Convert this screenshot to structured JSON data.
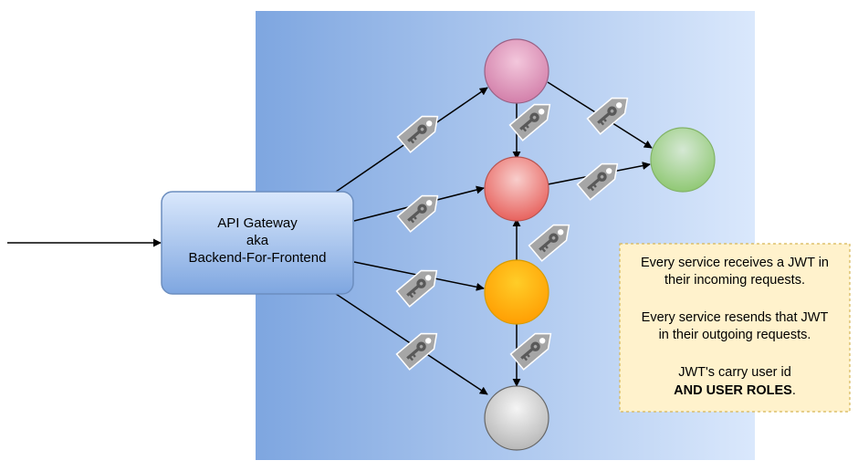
{
  "gateway": {
    "line1": "API Gateway",
    "line2": "aka",
    "line3": "Backend-For-Frontend"
  },
  "note": {
    "para1_line1": "Every service receives a JWT in",
    "para1_line2": "their incoming requests.",
    "para2_line1": "Every service resends that JWT",
    "para2_line2": "in their outgoing requests.",
    "para3_line1": "JWT's carry user id",
    "para3_line2_bold": "AND USER ROLES",
    "para3_line2_tail": "."
  },
  "colors": {
    "region_left": "#7ea6e0",
    "region_right": "#dae8fc",
    "gateway_fill": "#8fb4e6",
    "service_top": "#d783ab",
    "service_middle": "#ea6b66",
    "service_orange": "#ffa500",
    "service_bottom": "#cccccc",
    "service_right": "#97d077",
    "note_fill": "#fff2cc",
    "note_border": "#d6b656",
    "tag_fill": "#a6a6a6"
  },
  "icons": [
    "key-tag-icon",
    "arrowhead-icon"
  ]
}
